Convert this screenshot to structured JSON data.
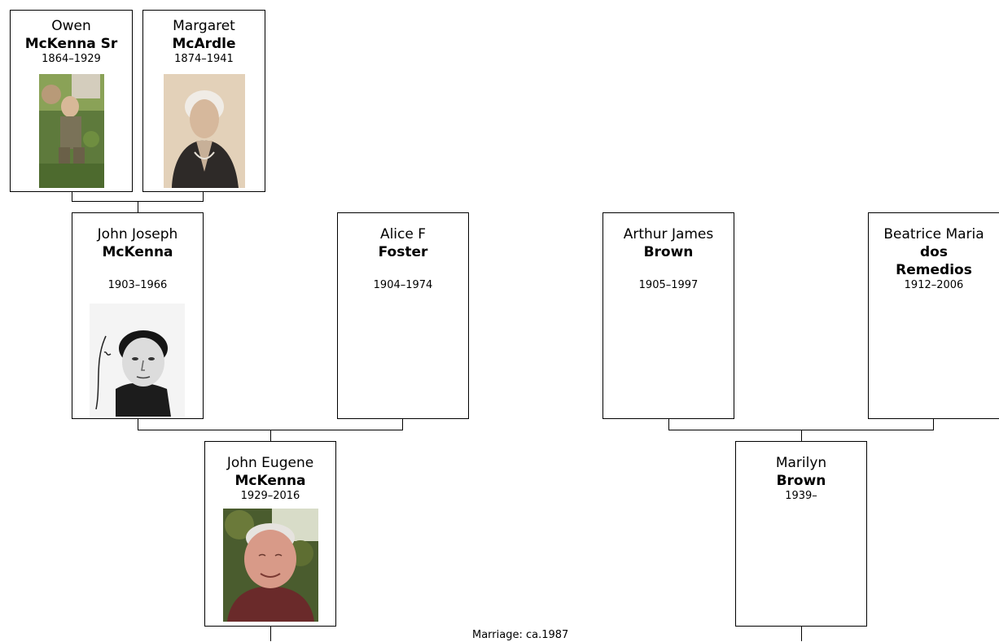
{
  "people": {
    "owen": {
      "given": "Owen",
      "surname": "McKenna Sr",
      "dates": "1864–1929"
    },
    "margaret": {
      "given": "Margaret",
      "surname": "McArdle",
      "dates": "1874–1941"
    },
    "jj": {
      "given": "John Joseph",
      "surname": "McKenna",
      "dates": "1903–1966"
    },
    "alice": {
      "given": "Alice F",
      "surname": "Foster",
      "dates": "1904–1974"
    },
    "arthur": {
      "given": "Arthur James",
      "surname": "Brown",
      "dates": "1905–1997"
    },
    "beatrice": {
      "given": "Beatrice Maria",
      "surname_1": "dos",
      "surname_2": "Remedios",
      "dates": "1912–2006"
    },
    "je": {
      "given": "John Eugene",
      "surname": "McKenna",
      "dates": "1929–2016"
    },
    "marilyn": {
      "given": "Marilyn",
      "surname": "Brown",
      "dates": "1939–"
    }
  },
  "marriage": {
    "label": "Marriage: ca.1987"
  }
}
